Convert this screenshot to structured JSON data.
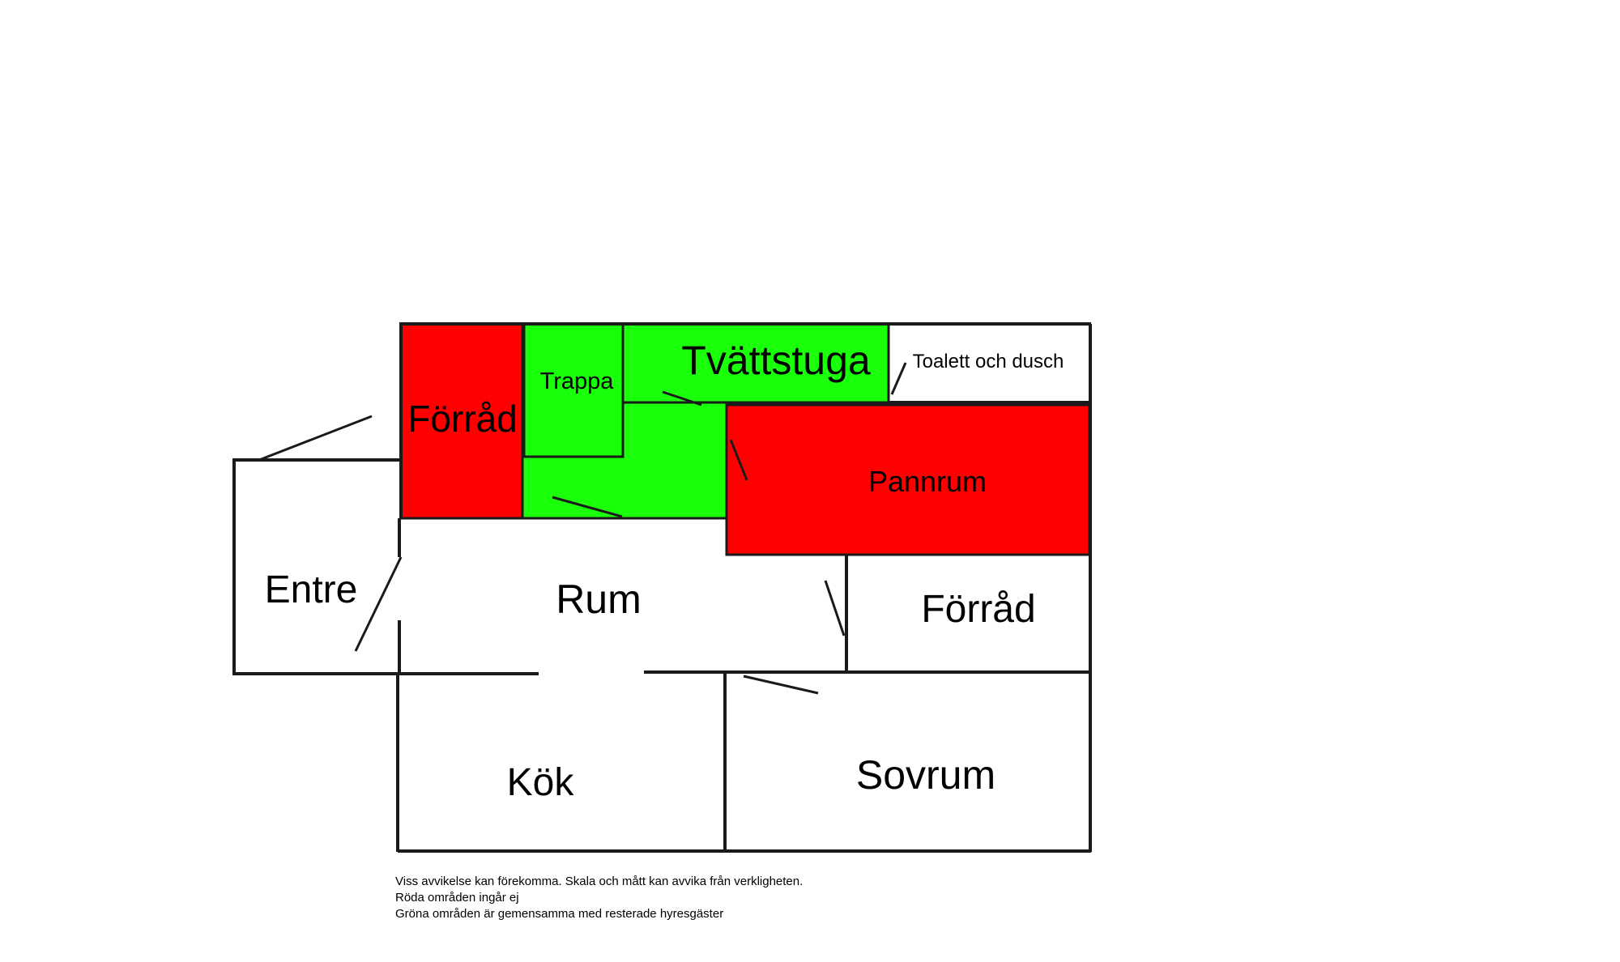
{
  "colors": {
    "excluded": "#ff0000",
    "shared": "#1aff0a",
    "wall": "#1a1a1a",
    "background": "#ffffff"
  },
  "rooms": {
    "forrad_top": "Förråd",
    "trappa": "Trappa",
    "tvattstuga": "Tvättstuga",
    "toalett": "Toalett och dusch",
    "pannrum": "Pannrum",
    "entre": "Entre",
    "rum": "Rum",
    "forrad_right": "Förråd",
    "kok": "Kök",
    "sovrum": "Sovrum"
  },
  "notes": [
    "Viss avvikelse kan förekomma. Skala och mått kan avvika från verkligheten.",
    "Röda områden ingår ej",
    "Gröna områden är gemensamma med resterade hyresgäster"
  ]
}
